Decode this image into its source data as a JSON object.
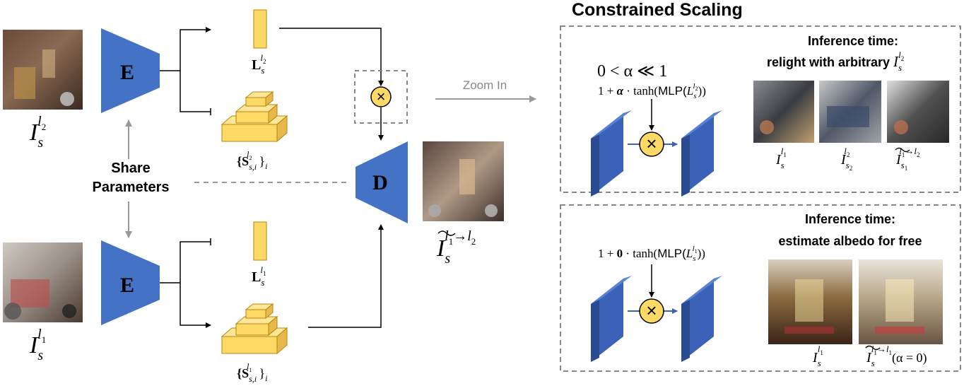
{
  "colors": {
    "encoder_fill": "#4472c4",
    "decoder_fill": "#4472c4",
    "light_fill": "#ffd966",
    "light_stroke": "#b8860b",
    "multiply_fill": "#ffd966",
    "dashed_gray": "#888888",
    "arrow_gray": "#999999",
    "feature_fill": "#3b62b8",
    "feature_dark": "#2a4b91"
  },
  "labels": {
    "encoder_top": "E",
    "encoder_bottom": "E",
    "decoder": "D",
    "share_parameters_line1": "Share",
    "share_parameters_line2": "Parameters",
    "zoom_in": "Zoom In",
    "section_title": "Constrained Scaling",
    "input_top_main": "I",
    "input_top_sub": "s",
    "input_top_sup": "l",
    "input_top_supsub": "2",
    "input_bottom_main": "I",
    "input_bottom_sub": "s",
    "input_bottom_sup": "l",
    "input_bottom_supsub": "1",
    "light_top_main": "L",
    "light_top_sub": "s",
    "light_top_sup": "l",
    "light_top_supsub": "2",
    "light_bottom_main": "L",
    "light_bottom_sub": "s",
    "light_bottom_sup": "l",
    "light_bottom_supsub": "1",
    "shading_top": "{S",
    "shading_top_sub": "s,i",
    "shading_top_sup": "l",
    "shading_top_supsub": "2",
    "shading_top_close": "}",
    "shading_top_idx": "i",
    "shading_bottom": "{S",
    "shading_bottom_sub": "s,i",
    "shading_bottom_sup": "l",
    "shading_bottom_supsub": "1",
    "shading_bottom_close": "}",
    "shading_bottom_idx": "i",
    "output_main": "I",
    "output_sub": "s",
    "output_sup": "l",
    "output_sup1": "1",
    "output_arrow": "→",
    "output_sup2": "l",
    "output_sup2sub": "2"
  },
  "panel_top": {
    "heading_line1": "Inference time:",
    "heading_line2": "relight with arbitrary ",
    "heading_var": "I",
    "heading_var_sub": "s",
    "heading_var_sup": "l",
    "heading_var_supsub": "2",
    "constraint": "0 < α ≪ 1",
    "formula_prefix": "1 + ",
    "formula_alpha": "α",
    "formula_mid": " · tanh(",
    "formula_mlp": "MLP(",
    "formula_L": "L",
    "formula_L_sub": "s",
    "formula_L_sup": "l",
    "formula_L_supsub": "2",
    "formula_close": "))",
    "captions": [
      {
        "main": "I",
        "sub": "s",
        "sup": "l",
        "supsub": "1"
      },
      {
        "main": "I",
        "sub": "s",
        "subsub": "2",
        "sup": "l",
        "supsub": "2"
      },
      {
        "main": "I",
        "sub": "s",
        "subsub": "1",
        "sup": "l",
        "supsub": "1",
        "arrow": "→",
        "sup2": "l",
        "sup2sub": "2"
      }
    ]
  },
  "panel_bottom": {
    "heading_line1": "Inference time:",
    "heading_line2": "estimate albedo for free",
    "formula_prefix": "1 + ",
    "formula_zero": "0",
    "formula_mid": " · tanh(",
    "formula_mlp": "MLP(",
    "formula_L": "L",
    "formula_L_sub": "s",
    "formula_L_sup": "l",
    "formula_L_supsub": "1",
    "formula_close": "))",
    "captions": [
      {
        "main": "I",
        "sub": "s",
        "sup": "l",
        "supsub": "1"
      },
      {
        "main": "I",
        "sub": "s",
        "sup": "l",
        "supsub": "1",
        "arrow": "→",
        "sup2": "l",
        "sup2sub": "1",
        "suffix": "(α = 0)"
      }
    ]
  },
  "multiply_symbol": "×"
}
